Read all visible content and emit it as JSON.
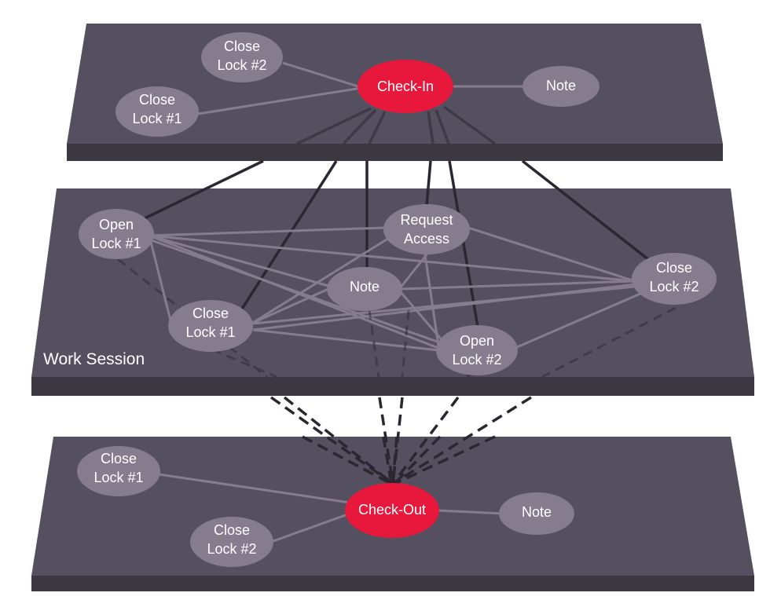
{
  "colors": {
    "plane": "#555060",
    "plane_edge": "#3b3842",
    "node": "#857c8e",
    "node_accent": "#e8173c",
    "intra_edge": "#857c8e",
    "inter_edge": "#2a2730",
    "text": "#ffffff"
  },
  "layers": {
    "top": {
      "title": "",
      "nodes": {
        "check_in": [
          "Check-In"
        ],
        "close_lock_2": [
          "Close",
          "Lock #2"
        ],
        "close_lock_1": [
          "Close",
          "Lock #1"
        ],
        "note": [
          "Note"
        ]
      }
    },
    "middle": {
      "title": "Work Session",
      "nodes": {
        "open_lock_1": [
          "Open",
          "Lock #1"
        ],
        "request_access": [
          "Request",
          "Access"
        ],
        "close_lock_2": [
          "Close",
          "Lock #2"
        ],
        "note": [
          "Note"
        ],
        "close_lock_1": [
          "Close",
          "Lock #1"
        ],
        "open_lock_2": [
          "Open",
          "Lock #2"
        ]
      }
    },
    "bottom": {
      "title": "",
      "nodes": {
        "check_out": [
          "Check-Out"
        ],
        "close_lock_1": [
          "Close",
          "Lock #1"
        ],
        "close_lock_2": [
          "Close",
          "Lock #2"
        ],
        "note": [
          "Note"
        ]
      }
    }
  }
}
